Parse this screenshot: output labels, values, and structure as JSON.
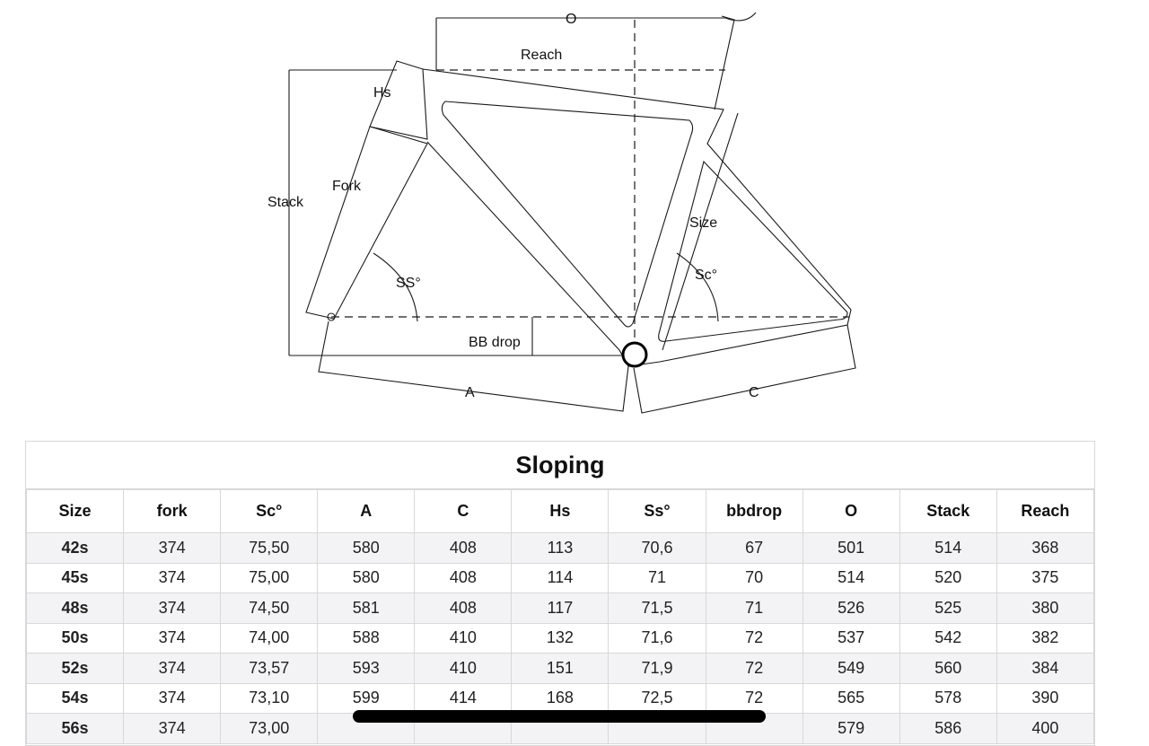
{
  "diagram": {
    "labels": {
      "o": "O",
      "reach": "Reach",
      "hs": "Hs",
      "stack": "Stack",
      "fork": "Fork",
      "ss": "SS°",
      "size": "Size",
      "sc": "Sc°",
      "bb_drop": "BB drop",
      "a": "A",
      "c": "C"
    }
  },
  "table": {
    "title": "Sloping",
    "headers": [
      "Size",
      "fork",
      "Sc°",
      "A",
      "C",
      "Hs",
      "Ss°",
      "bbdrop",
      "O",
      "Stack",
      "Reach"
    ],
    "rows": [
      [
        "42s",
        "374",
        "75,50",
        "580",
        "408",
        "113",
        "70,6",
        "67",
        "501",
        "514",
        "368"
      ],
      [
        "45s",
        "374",
        "75,00",
        "580",
        "408",
        "114",
        "71",
        "70",
        "514",
        "520",
        "375"
      ],
      [
        "48s",
        "374",
        "74,50",
        "581",
        "408",
        "117",
        "71,5",
        "71",
        "526",
        "525",
        "380"
      ],
      [
        "50s",
        "374",
        "74,00",
        "588",
        "410",
        "132",
        "71,6",
        "72",
        "537",
        "542",
        "382"
      ],
      [
        "52s",
        "374",
        "73,57",
        "593",
        "410",
        "151",
        "71,9",
        "72",
        "549",
        "560",
        "384"
      ],
      [
        "54s",
        "374",
        "73,10",
        "599",
        "414",
        "168",
        "72,5",
        "72",
        "565",
        "578",
        "390"
      ],
      [
        "56s",
        "374",
        "73,00",
        "",
        "",
        "",
        "",
        "",
        "579",
        "586",
        "400"
      ]
    ]
  }
}
